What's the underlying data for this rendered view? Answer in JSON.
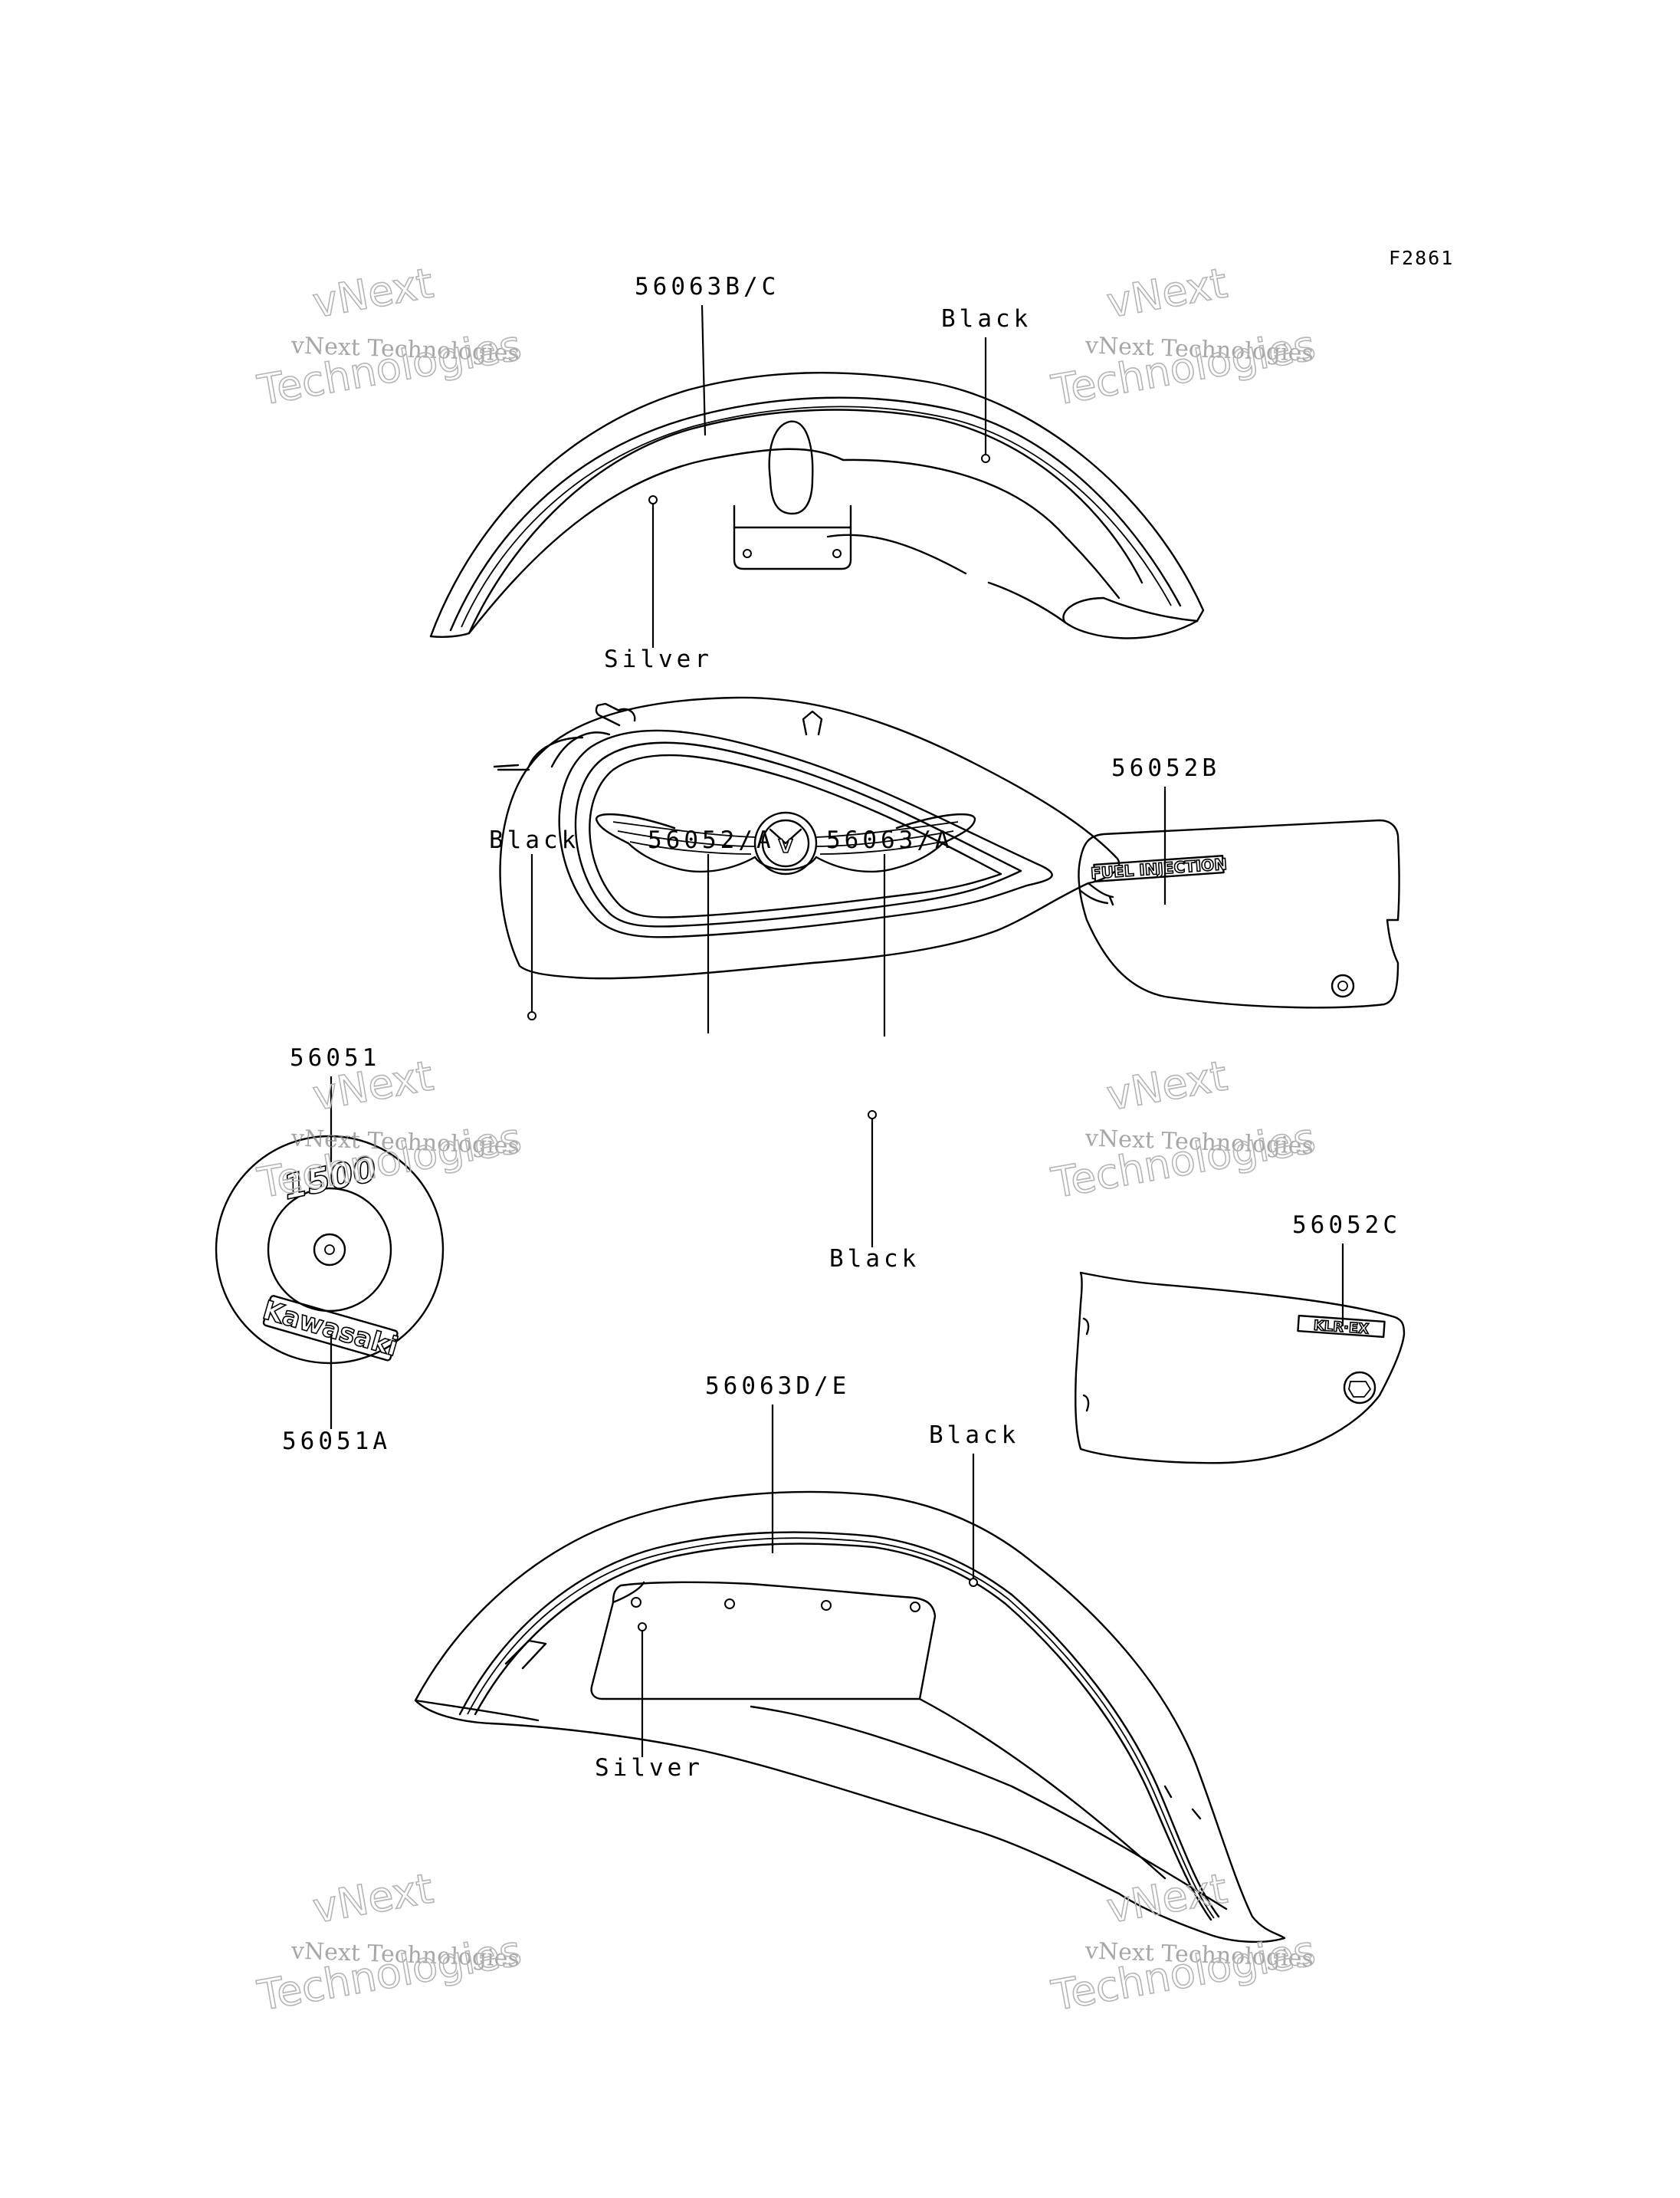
{
  "figure_id": "F2861",
  "labels": {
    "front_fender_part": "56063B/C",
    "front_fender_black": "Black",
    "front_fender_silver": "Silver",
    "side_cover_right_part": "56052B",
    "tank_black_left": "Black",
    "tank_emblem_part": "56052/A",
    "tank_stripe_part": "56063/A",
    "tank_black_bottom": "Black",
    "air_cleaner_top_part": "56051",
    "air_cleaner_bottom_part": "56051A",
    "side_cover_left_part": "56052C",
    "rear_fender_part": "56063D/E",
    "rear_fender_black": "Black",
    "rear_fender_silver": "Silver"
  },
  "decals": {
    "fuel_injection": "FUEL INJECTION",
    "fifteen_hundred": "1500",
    "kawasaki": "Kawasaki",
    "cover_c": "KLR·EX",
    "emblem_letter": "V"
  },
  "watermark": {
    "line1": "vNext",
    "line2": "vNext Technologies",
    "line3": "Technologies"
  }
}
